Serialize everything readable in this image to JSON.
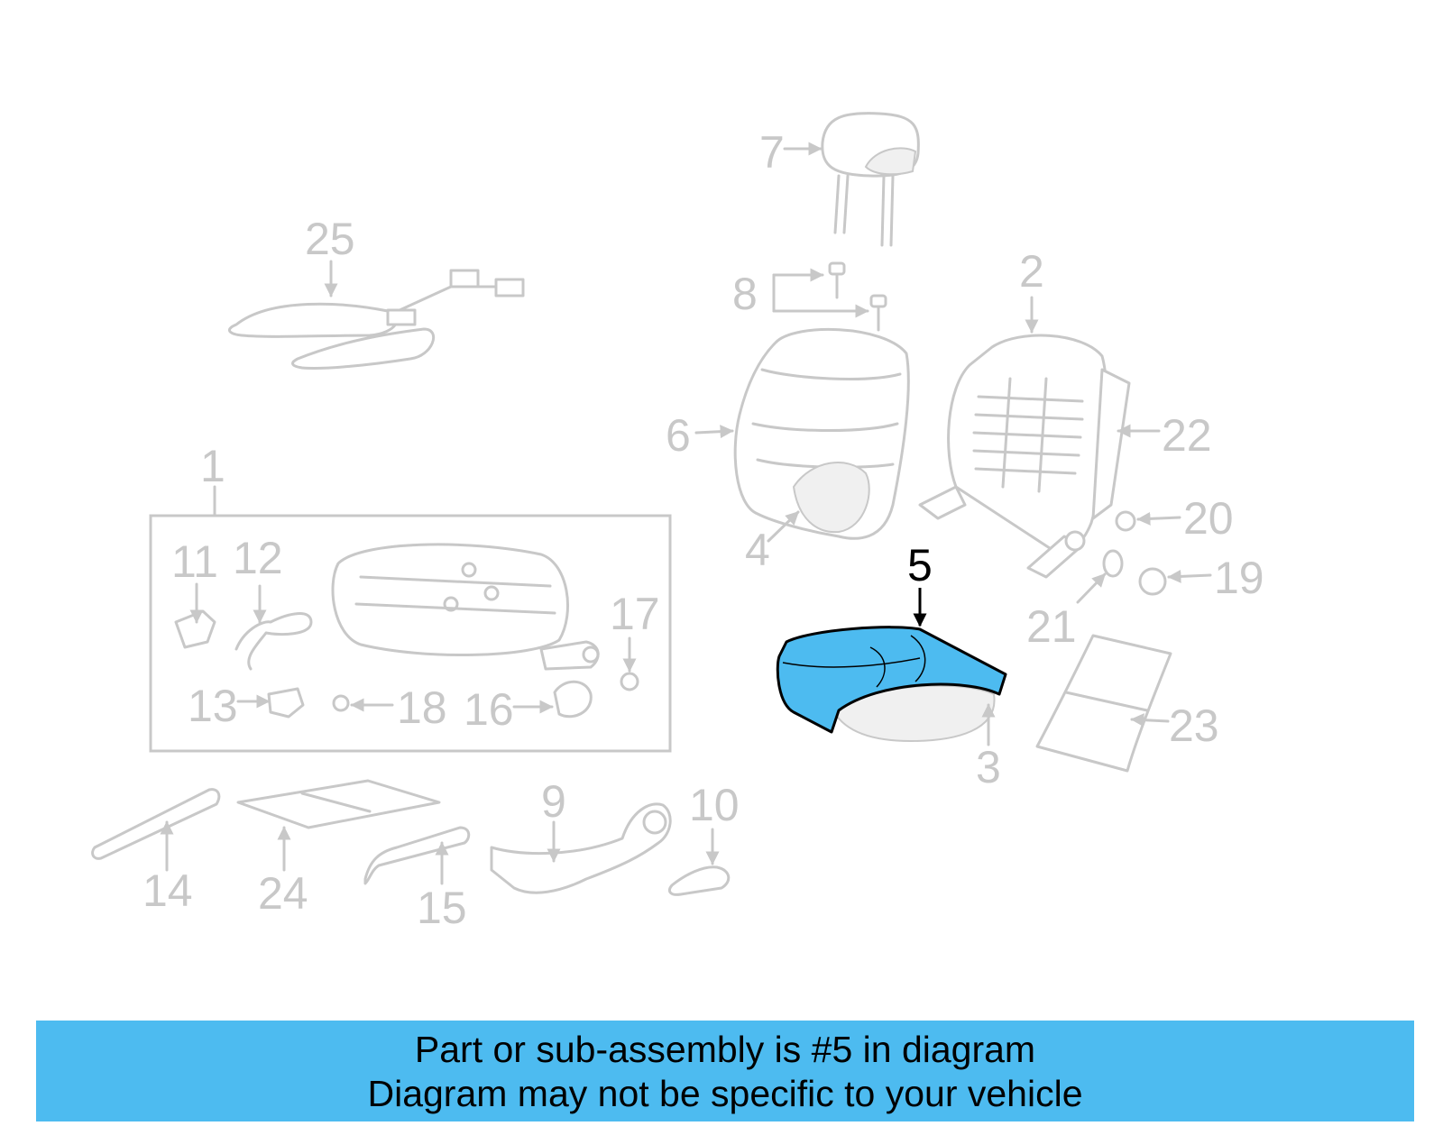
{
  "callouts": {
    "c1": "1",
    "c2": "2",
    "c3": "3",
    "c4": "4",
    "c5": "5",
    "c6": "6",
    "c7": "7",
    "c8": "8",
    "c9": "9",
    "c10": "10",
    "c11": "11",
    "c12": "12",
    "c13": "13",
    "c14": "14",
    "c15": "15",
    "c16": "16",
    "c17": "17",
    "c18": "18",
    "c19": "19",
    "c20": "20",
    "c21": "21",
    "c22": "22",
    "c23": "23",
    "c24": "24",
    "c25": "25"
  },
  "highlight": {
    "part": "5",
    "color": "#4dbbf0"
  },
  "caption": {
    "line1": "Part or sub-assembly is #5 in diagram",
    "line2": "Diagram may not be specific to your vehicle"
  },
  "colors": {
    "gray": "#c8c8c8",
    "banner": "#4dbbf0",
    "text": "#000000"
  }
}
